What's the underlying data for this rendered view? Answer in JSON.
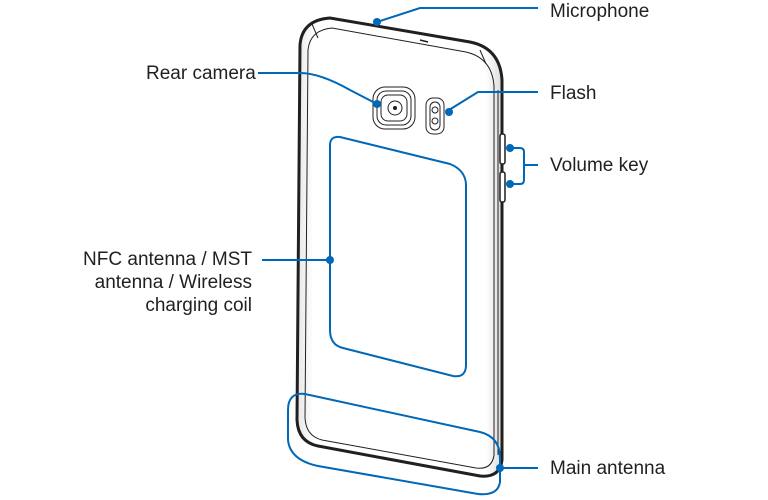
{
  "diagram": {
    "subject": "Smartphone rear view",
    "colors": {
      "callout": "#0068b7",
      "outline": "#231f20",
      "text": "#231f20"
    },
    "labels": {
      "microphone": "Microphone",
      "rear_camera": "Rear camera",
      "flash": "Flash",
      "volume_key": "Volume key",
      "nfc_line1": "NFC antenna / MST",
      "nfc_line2": "antenna / Wireless",
      "nfc_line3": "charging coil",
      "main_antenna": "Main antenna"
    }
  }
}
